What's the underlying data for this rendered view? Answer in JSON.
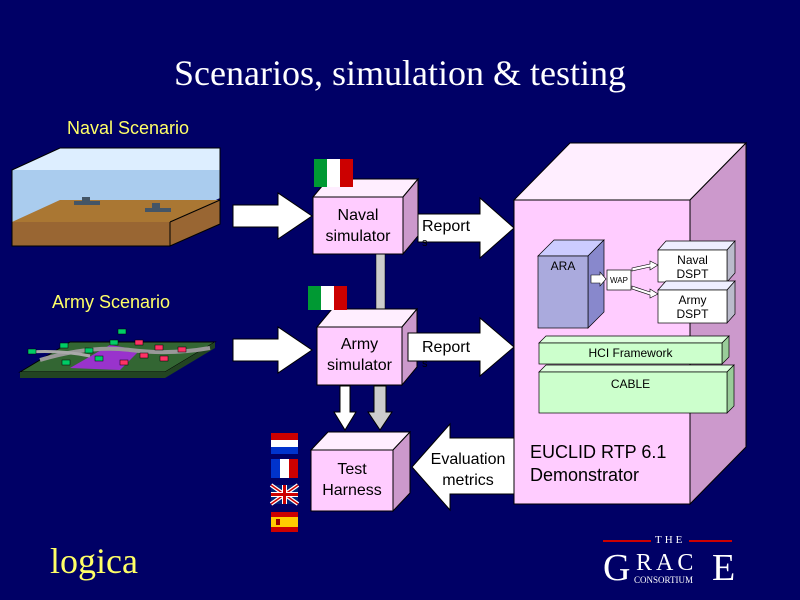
{
  "slide": {
    "title": "Scenarios, simulation & testing",
    "naval_scenario_label": "Naval Scenario",
    "army_scenario_label": "Army Scenario"
  },
  "boxes": {
    "naval_simulator": {
      "line1": "Naval",
      "line2": "simulator"
    },
    "army_simulator": {
      "line1": "Army",
      "line2": "simulator"
    },
    "test_harness": {
      "line1": "Test",
      "line2": "Harness"
    }
  },
  "arrows": {
    "report_top": {
      "line1": "Report",
      "line2": "s"
    },
    "report_bottom": {
      "line1": "Report",
      "line2": "s"
    },
    "evaluation": {
      "line1": "Evaluation",
      "line2": "metrics"
    }
  },
  "demonstrator": {
    "ara": "ARA",
    "wap": "WAP",
    "naval_dspt": {
      "line1": "Naval",
      "line2": "DSPT"
    },
    "army_dspt": {
      "line1": "Army",
      "line2": "DSPT"
    },
    "hci": "HCI Framework",
    "cable": "CABLE",
    "label_line1": "EUCLID RTP 6.1",
    "label_line2": "Demonstrator"
  },
  "logos": {
    "logica": "logica",
    "grace_the": "THE",
    "grace_g": "G",
    "grace_race": "RAC",
    "grace_e": "E",
    "grace_consortium": "CONSORTIUM"
  },
  "colors": {
    "background": "#000066",
    "box_face": "#ffccff",
    "box_side": "#cc99cc",
    "scenario_text": "#ffff66",
    "framework_green": "#ccffcc"
  }
}
